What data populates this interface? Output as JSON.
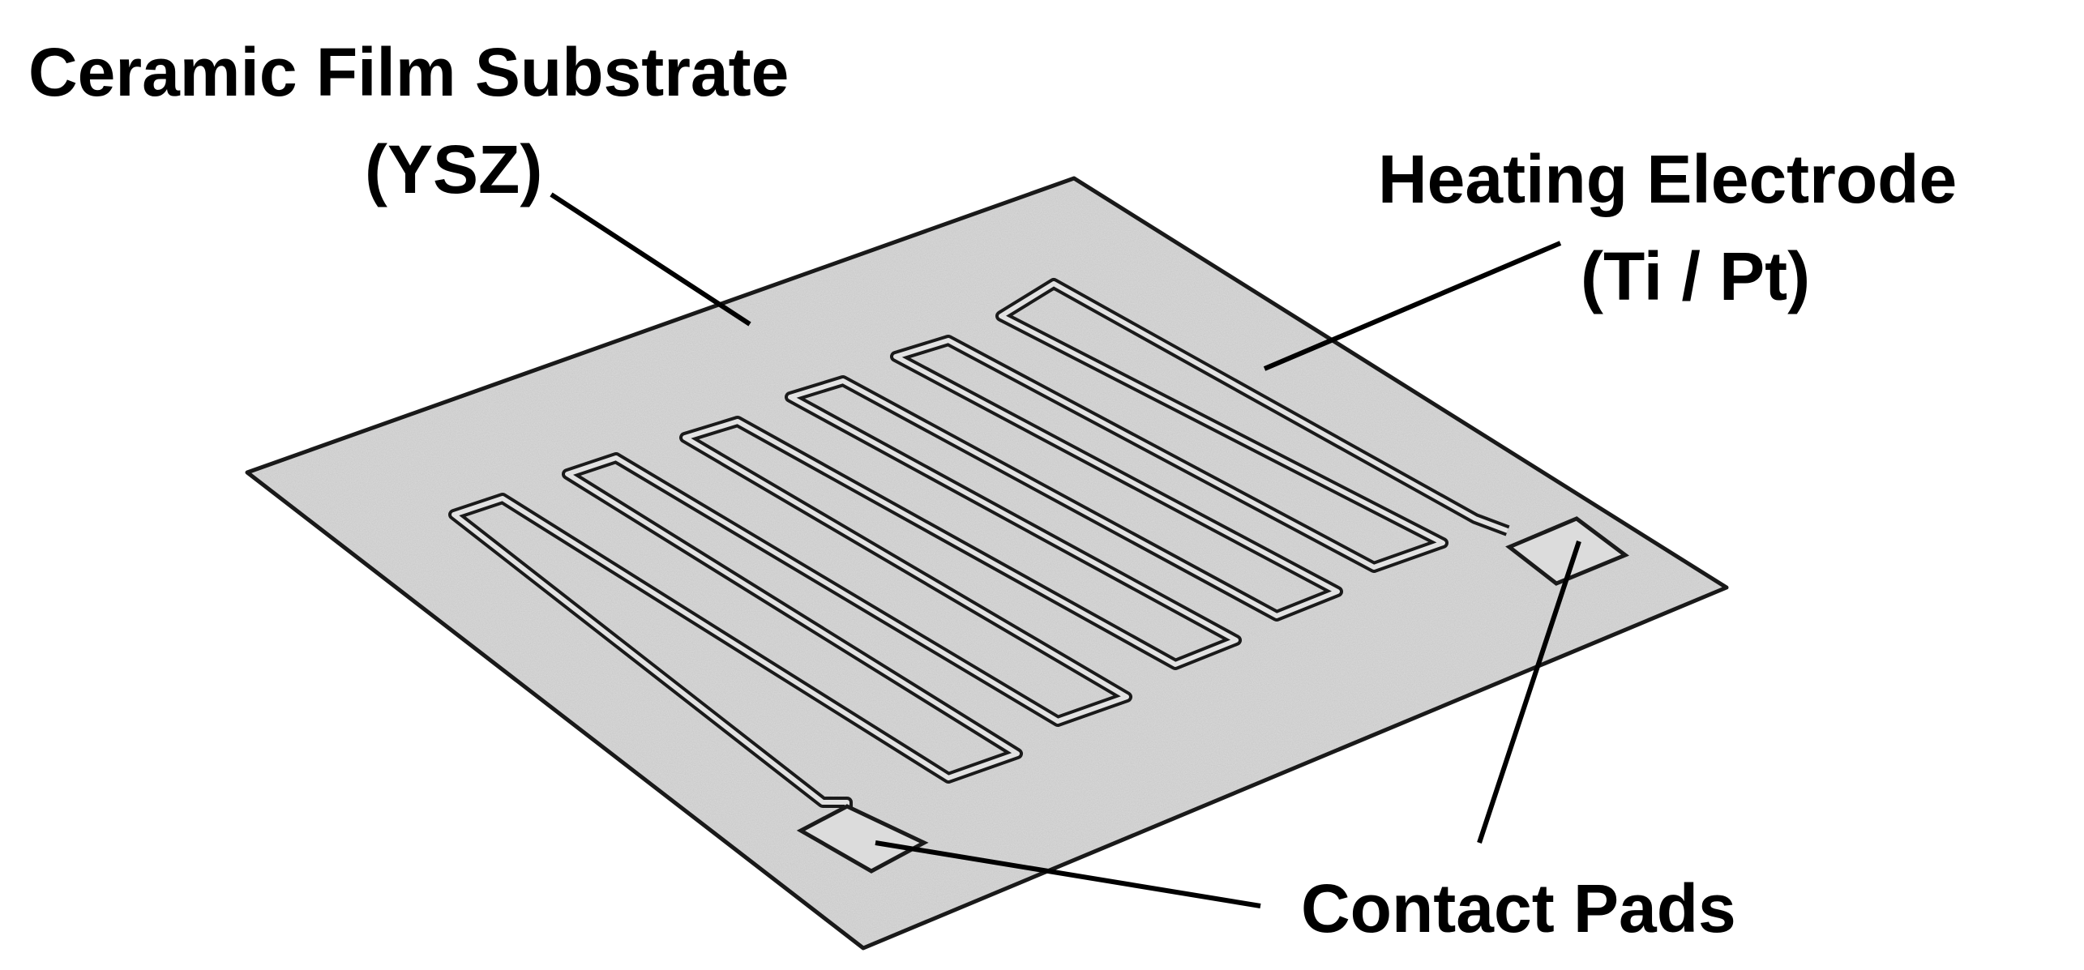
{
  "labels": {
    "substrate_line1": "Ceramic Film Substrate",
    "substrate_line2": "(YSZ)",
    "electrode_line1": "Heating Electrode",
    "electrode_line2": "(Ti / Pt)",
    "pads": "Contact Pads"
  },
  "colors": {
    "substrate_fill": "#dcdcdc",
    "outline": "#1a1a1a",
    "background": "#ffffff",
    "text": "#000000"
  }
}
